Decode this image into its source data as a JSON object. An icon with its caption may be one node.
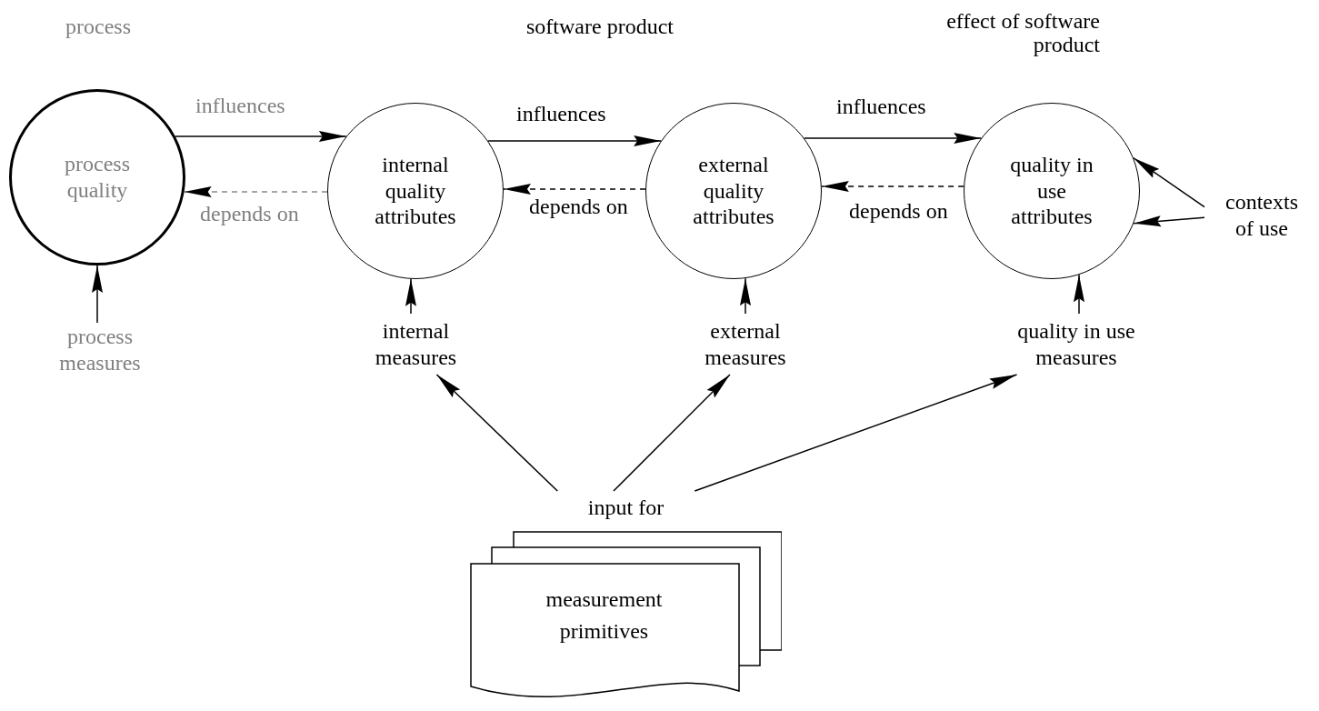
{
  "diagram": {
    "nodes": [
      {
        "text": [
          "process quality"
        ]
      },
      {
        "text": [
          "internal quality attributes"
        ]
      },
      {
        "text": [
          "external quality attributes"
        ]
      },
      {
        "text": [
          "quality in use attributes"
        ]
      },
      {
        "text": [
          "contexts of use"
        ]
      },
      {
        "text": [
          "process measures"
        ]
      },
      {
        "text": [
          "internal measures"
        ]
      },
      {
        "text": [
          "external measures"
        ]
      },
      {
        "text": [
          "quality in use measures"
        ]
      },
      {
        "text": [
          "measurement primitives"
        ],
        "beside": [
          "input for"
        ]
      }
    ],
    "edges": [
      {
        "from": 0,
        "to": 1,
        "arrow": "to",
        "label": "influences"
      },
      {
        "from": 1,
        "to": 0,
        "arrow": "to",
        "label": "depends on",
        "style": "dashed",
        "color": "#888888"
      },
      {
        "from": 1,
        "to": 2,
        "arrow": "to",
        "label": "influences"
      },
      {
        "from": 2,
        "to": 1,
        "arrow": "to",
        "label": "depends on",
        "style": "dashed"
      },
      {
        "from": 2,
        "to": 3,
        "arrow": "to",
        "label": "influences"
      },
      {
        "from": 3,
        "to": 2,
        "arrow": "to",
        "label": "depends on",
        "style": "dashed"
      },
      {
        "from": 4,
        "to": 3,
        "arrow": "to"
      },
      {
        "from": 4,
        "to": 3,
        "arrow": "to"
      },
      {
        "from": 5,
        "to": 0,
        "arrow": "to"
      },
      {
        "from": 6,
        "to": 1,
        "arrow": "to"
      },
      {
        "from": 7,
        "to": 2,
        "arrow": "to"
      },
      {
        "from": 8,
        "to": 3,
        "arrow": "to"
      },
      {
        "from": 9,
        "to": 6,
        "arrow": "to"
      },
      {
        "from": 9,
        "to": 7,
        "arrow": "to"
      },
      {
        "from": 9,
        "to": 8,
        "arrow": "to"
      }
    ],
    "labels": [
      "process",
      "software product",
      "effect of software product"
    ]
  }
}
